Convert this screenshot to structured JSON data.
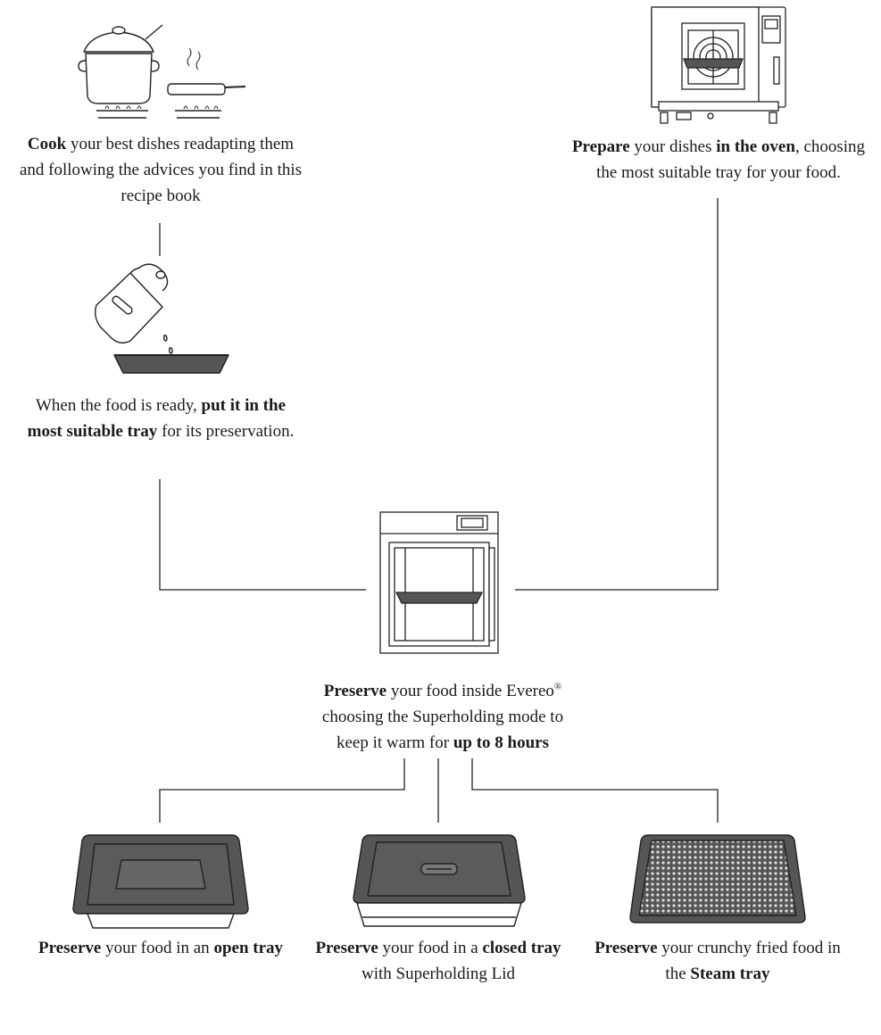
{
  "steps": {
    "cook": {
      "bold": "Cook",
      "text": " your best dishes readapting them and following the advices you find in this recipe book"
    },
    "prepare": {
      "bold1": "Prepare",
      "text1": " your dishes ",
      "bold2": "in the oven",
      "text2": ", choosing the most suitable tray for your food."
    },
    "tray": {
      "text1": "When the food is ready, ",
      "bold1": "put it in the most suitable tray",
      "text2": " for its preservation."
    },
    "preserve": {
      "bold1": "Preserve",
      "text1": " your food inside Evereo",
      "reg": "®",
      "text2": " choosing the Superholding mode to keep it warm for ",
      "bold2": "up to 8 hours"
    }
  },
  "options": {
    "open": {
      "bold1": "Preserve",
      "text1": " your food in an ",
      "bold2": "open tray"
    },
    "closed": {
      "bold1": "Preserve",
      "text1": " your food in a ",
      "bold2": "closed tray",
      "text2": " with Superholding Lid"
    },
    "steam": {
      "bold1": "Preserve",
      "text1": " your crunchy fried food in the ",
      "bold2": "Steam tray"
    }
  }
}
